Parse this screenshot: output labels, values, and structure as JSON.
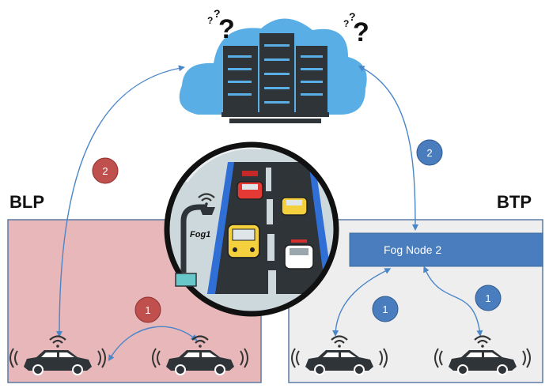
{
  "regions": {
    "left_label": "BLP",
    "right_label": "BTP"
  },
  "fog_node": {
    "label": "Fog Node 2"
  },
  "street_light": {
    "label": "Fog1"
  },
  "badges": {
    "left_upper": "2",
    "left_lower": "1",
    "right_upper": "2",
    "right_lower_left": "1",
    "right_lower_right": "1"
  },
  "colors": {
    "cloud": "#5aaee6",
    "server": "#2f3439",
    "left_panel": "#e8b7ba",
    "right_panel": "#eeeeee",
    "panel_border": "#5b7aa5",
    "fog_bar": "#4a7dbd",
    "badge_red": "#c0504d",
    "badge_blue": "#4a7dbd",
    "arrow": "#4a86c8"
  },
  "icons": [
    "cloud-icon",
    "server-rack-icon",
    "question-marks-icon",
    "car-icon",
    "wifi-signal-icon",
    "street-light-icon",
    "magnifier-icon",
    "road-icon"
  ]
}
